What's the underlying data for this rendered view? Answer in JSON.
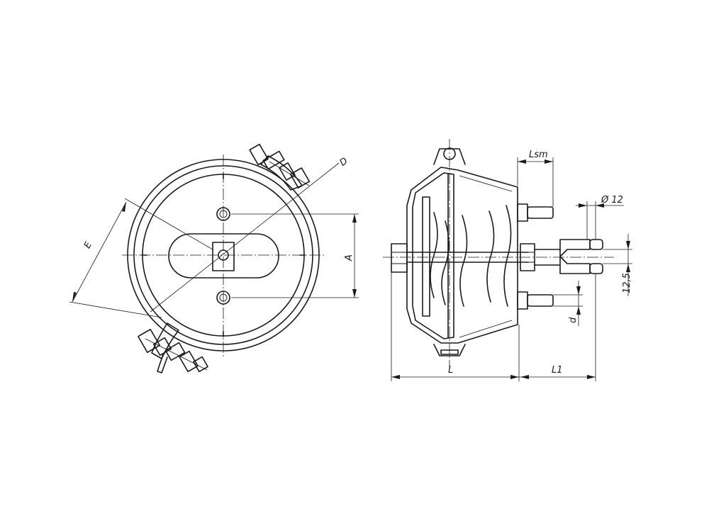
{
  "labels": {
    "E": "E",
    "D": "D",
    "A": "A",
    "Lsm": "Lsm",
    "dia12": "Ø 12",
    "d": "d",
    "d125": "12,5",
    "L": "L",
    "L1": "L1"
  },
  "colors": {
    "line": "#1a1a1a",
    "background": "#ffffff"
  }
}
